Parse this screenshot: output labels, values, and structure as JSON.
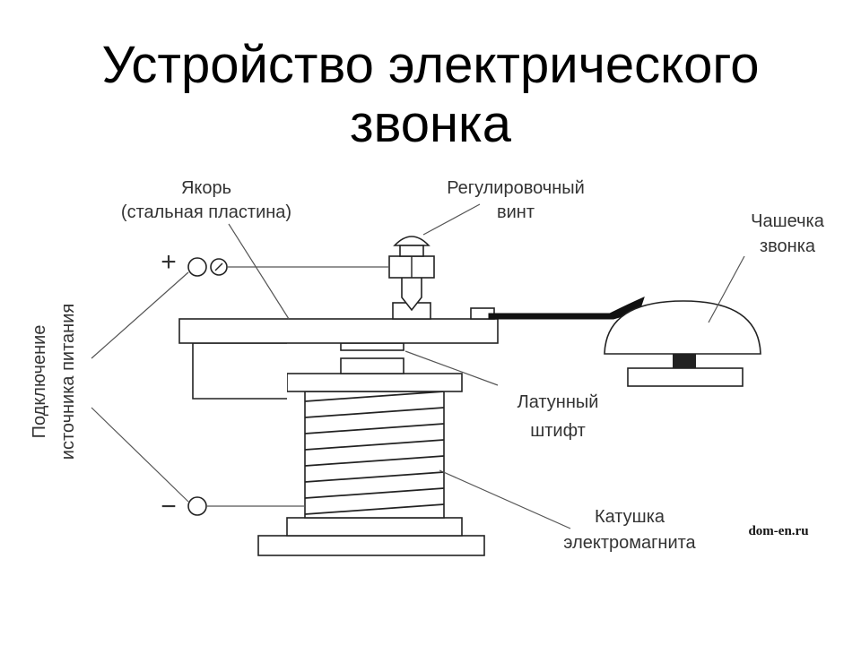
{
  "title": {
    "line1": "Устройство электрического",
    "line2": "звонка"
  },
  "labels": {
    "anchor_line1": "Якорь",
    "anchor_line2": "(стальная пластина)",
    "screw_line1": "Регулировочный",
    "screw_line2": "винт",
    "cup_line1": "Чашечка",
    "cup_line2": "звонка",
    "pin_line1": "Латунный",
    "pin_line2": "штифт",
    "coil_line1": "Катушка",
    "coil_line2": "электромагнита",
    "power_line1": "Подключение",
    "power_line2": "источника питания",
    "plus": "+",
    "minus": "−"
  },
  "watermark": "dom-en.ru"
}
